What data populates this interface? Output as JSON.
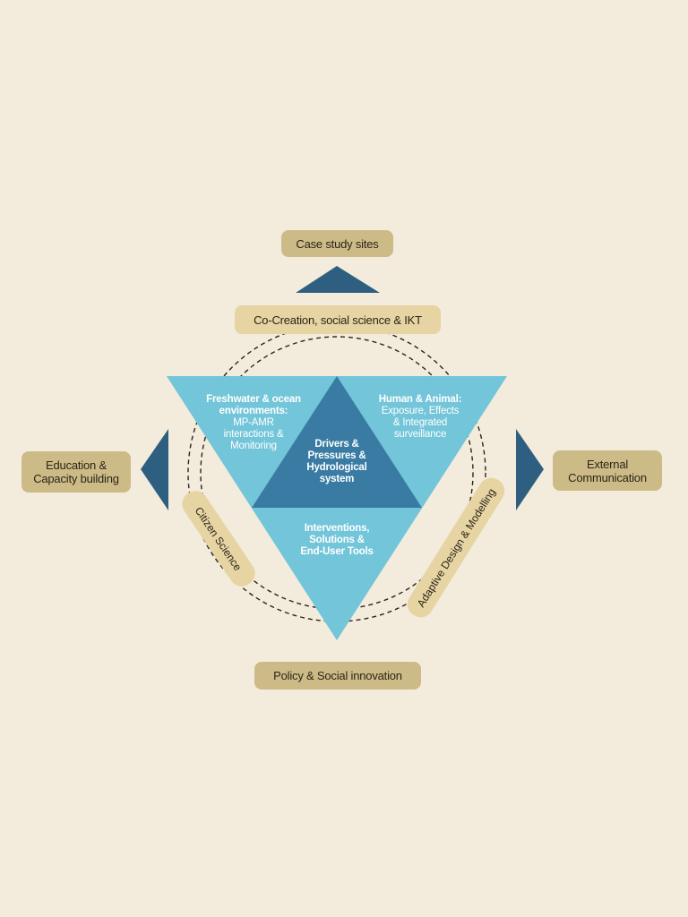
{
  "diagram": {
    "top_label": "Case study sites",
    "cocreation_label": "Co-Creation, social science & IKT",
    "left_label_line1": "Education &",
    "left_label_line2": "Capacity building",
    "right_label_line1": "External",
    "right_label_line2": "Communication",
    "bottom_label": "Policy & Social innovation",
    "citizen_label": "Citizen Science",
    "adaptive_label": "Adaptive Design & Modelling",
    "triangle_left": [
      "Freshwater & ocean",
      "environments:",
      "MP-AMR",
      "interactions &",
      "Monitoring"
    ],
    "triangle_right": [
      "Human & Animal:",
      "Exposure, Effects",
      "& Integrated",
      "surveillance"
    ],
    "triangle_center": [
      "Drivers &",
      "Pressures &",
      "Hydrological",
      "system"
    ],
    "triangle_bottom": [
      "Interventions,",
      "Solutions &",
      "End-User Tools"
    ]
  },
  "colors": {
    "background": "#f3ecdd",
    "triangle_light": "#73c5d9",
    "triangle_dark": "#3a7ba3",
    "arrow": "#2e5f80",
    "pill_dark": "#cdbb87",
    "pill_light": "#e6d4a3"
  }
}
